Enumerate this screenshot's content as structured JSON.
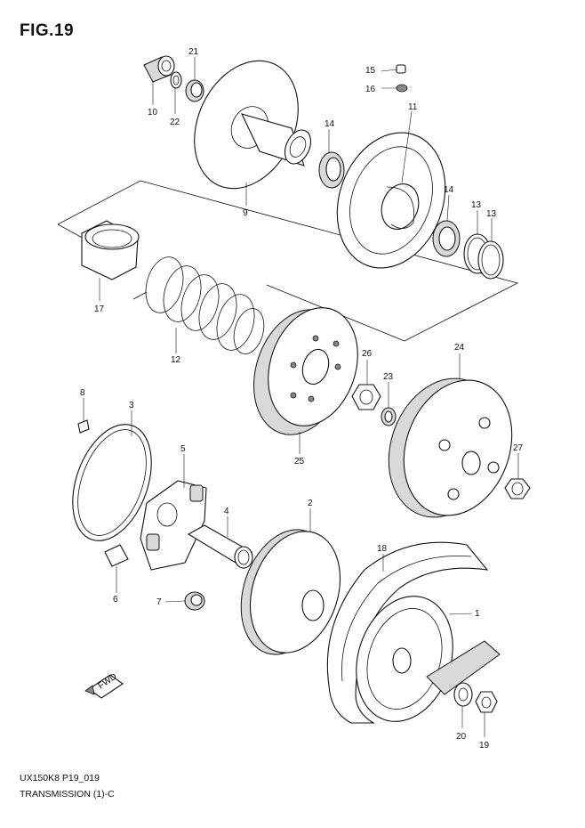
{
  "figure": {
    "title": "FIG.19",
    "model_code": "UX150K8 P19_019",
    "section_title": "TRANSMISSION (1)-C",
    "direction_marker": "FWD"
  },
  "callouts": [
    "1",
    "2",
    "3",
    "4",
    "5",
    "6",
    "7",
    "8",
    "9",
    "10",
    "11",
    "12",
    "13",
    "14",
    "15",
    "16",
    "17",
    "18",
    "19",
    "20",
    "21",
    "22",
    "23",
    "24",
    "25",
    "26",
    "27"
  ],
  "callout_list": [
    {
      "id": "21",
      "label": "21"
    },
    {
      "id": "10",
      "label": "10"
    },
    {
      "id": "22",
      "label": "22"
    },
    {
      "id": "9",
      "label": "9"
    },
    {
      "id": "15",
      "label": "15"
    },
    {
      "id": "16",
      "label": "16"
    },
    {
      "id": "11",
      "label": "11"
    },
    {
      "id": "14a",
      "label": "14"
    },
    {
      "id": "14b",
      "label": "14"
    },
    {
      "id": "13a",
      "label": "13"
    },
    {
      "id": "13b",
      "label": "13"
    },
    {
      "id": "17",
      "label": "17"
    },
    {
      "id": "12",
      "label": "12"
    },
    {
      "id": "26",
      "label": "26"
    },
    {
      "id": "24",
      "label": "24"
    },
    {
      "id": "23",
      "label": "23"
    },
    {
      "id": "25",
      "label": "25"
    },
    {
      "id": "27",
      "label": "27"
    },
    {
      "id": "8",
      "label": "8"
    },
    {
      "id": "3",
      "label": "3"
    },
    {
      "id": "5",
      "label": "5"
    },
    {
      "id": "4",
      "label": "4"
    },
    {
      "id": "2",
      "label": "2"
    },
    {
      "id": "6",
      "label": "6"
    },
    {
      "id": "7",
      "label": "7"
    },
    {
      "id": "18",
      "label": "18"
    },
    {
      "id": "1",
      "label": "1"
    },
    {
      "id": "20",
      "label": "20"
    },
    {
      "id": "19",
      "label": "19"
    }
  ]
}
